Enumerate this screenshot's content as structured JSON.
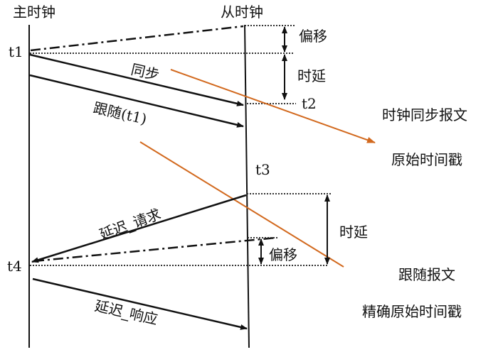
{
  "header": {
    "master_clock": "主时钟",
    "slave_clock": "从时钟"
  },
  "timestamps": {
    "t1": "t1",
    "t2": "t2",
    "t3": "t3",
    "t4": "t4"
  },
  "messages": {
    "sync": "同步",
    "follow_up": "跟随(t1)",
    "delay_request": "延迟_请求",
    "delay_response": "延迟_响应"
  },
  "measures": {
    "offset_top": "偏移",
    "delay_top": "时延",
    "delay_bottom": "时延",
    "offset_bottom": "偏移"
  },
  "annotations": {
    "sync_message": "时钟同步报文",
    "origin_timestamp": "原始时间戳",
    "follow_message": "跟随报文",
    "precise_origin_timestamp": "精确原始时间戳"
  },
  "colors": {
    "line": "#111111",
    "pointer": "#d2691e"
  }
}
